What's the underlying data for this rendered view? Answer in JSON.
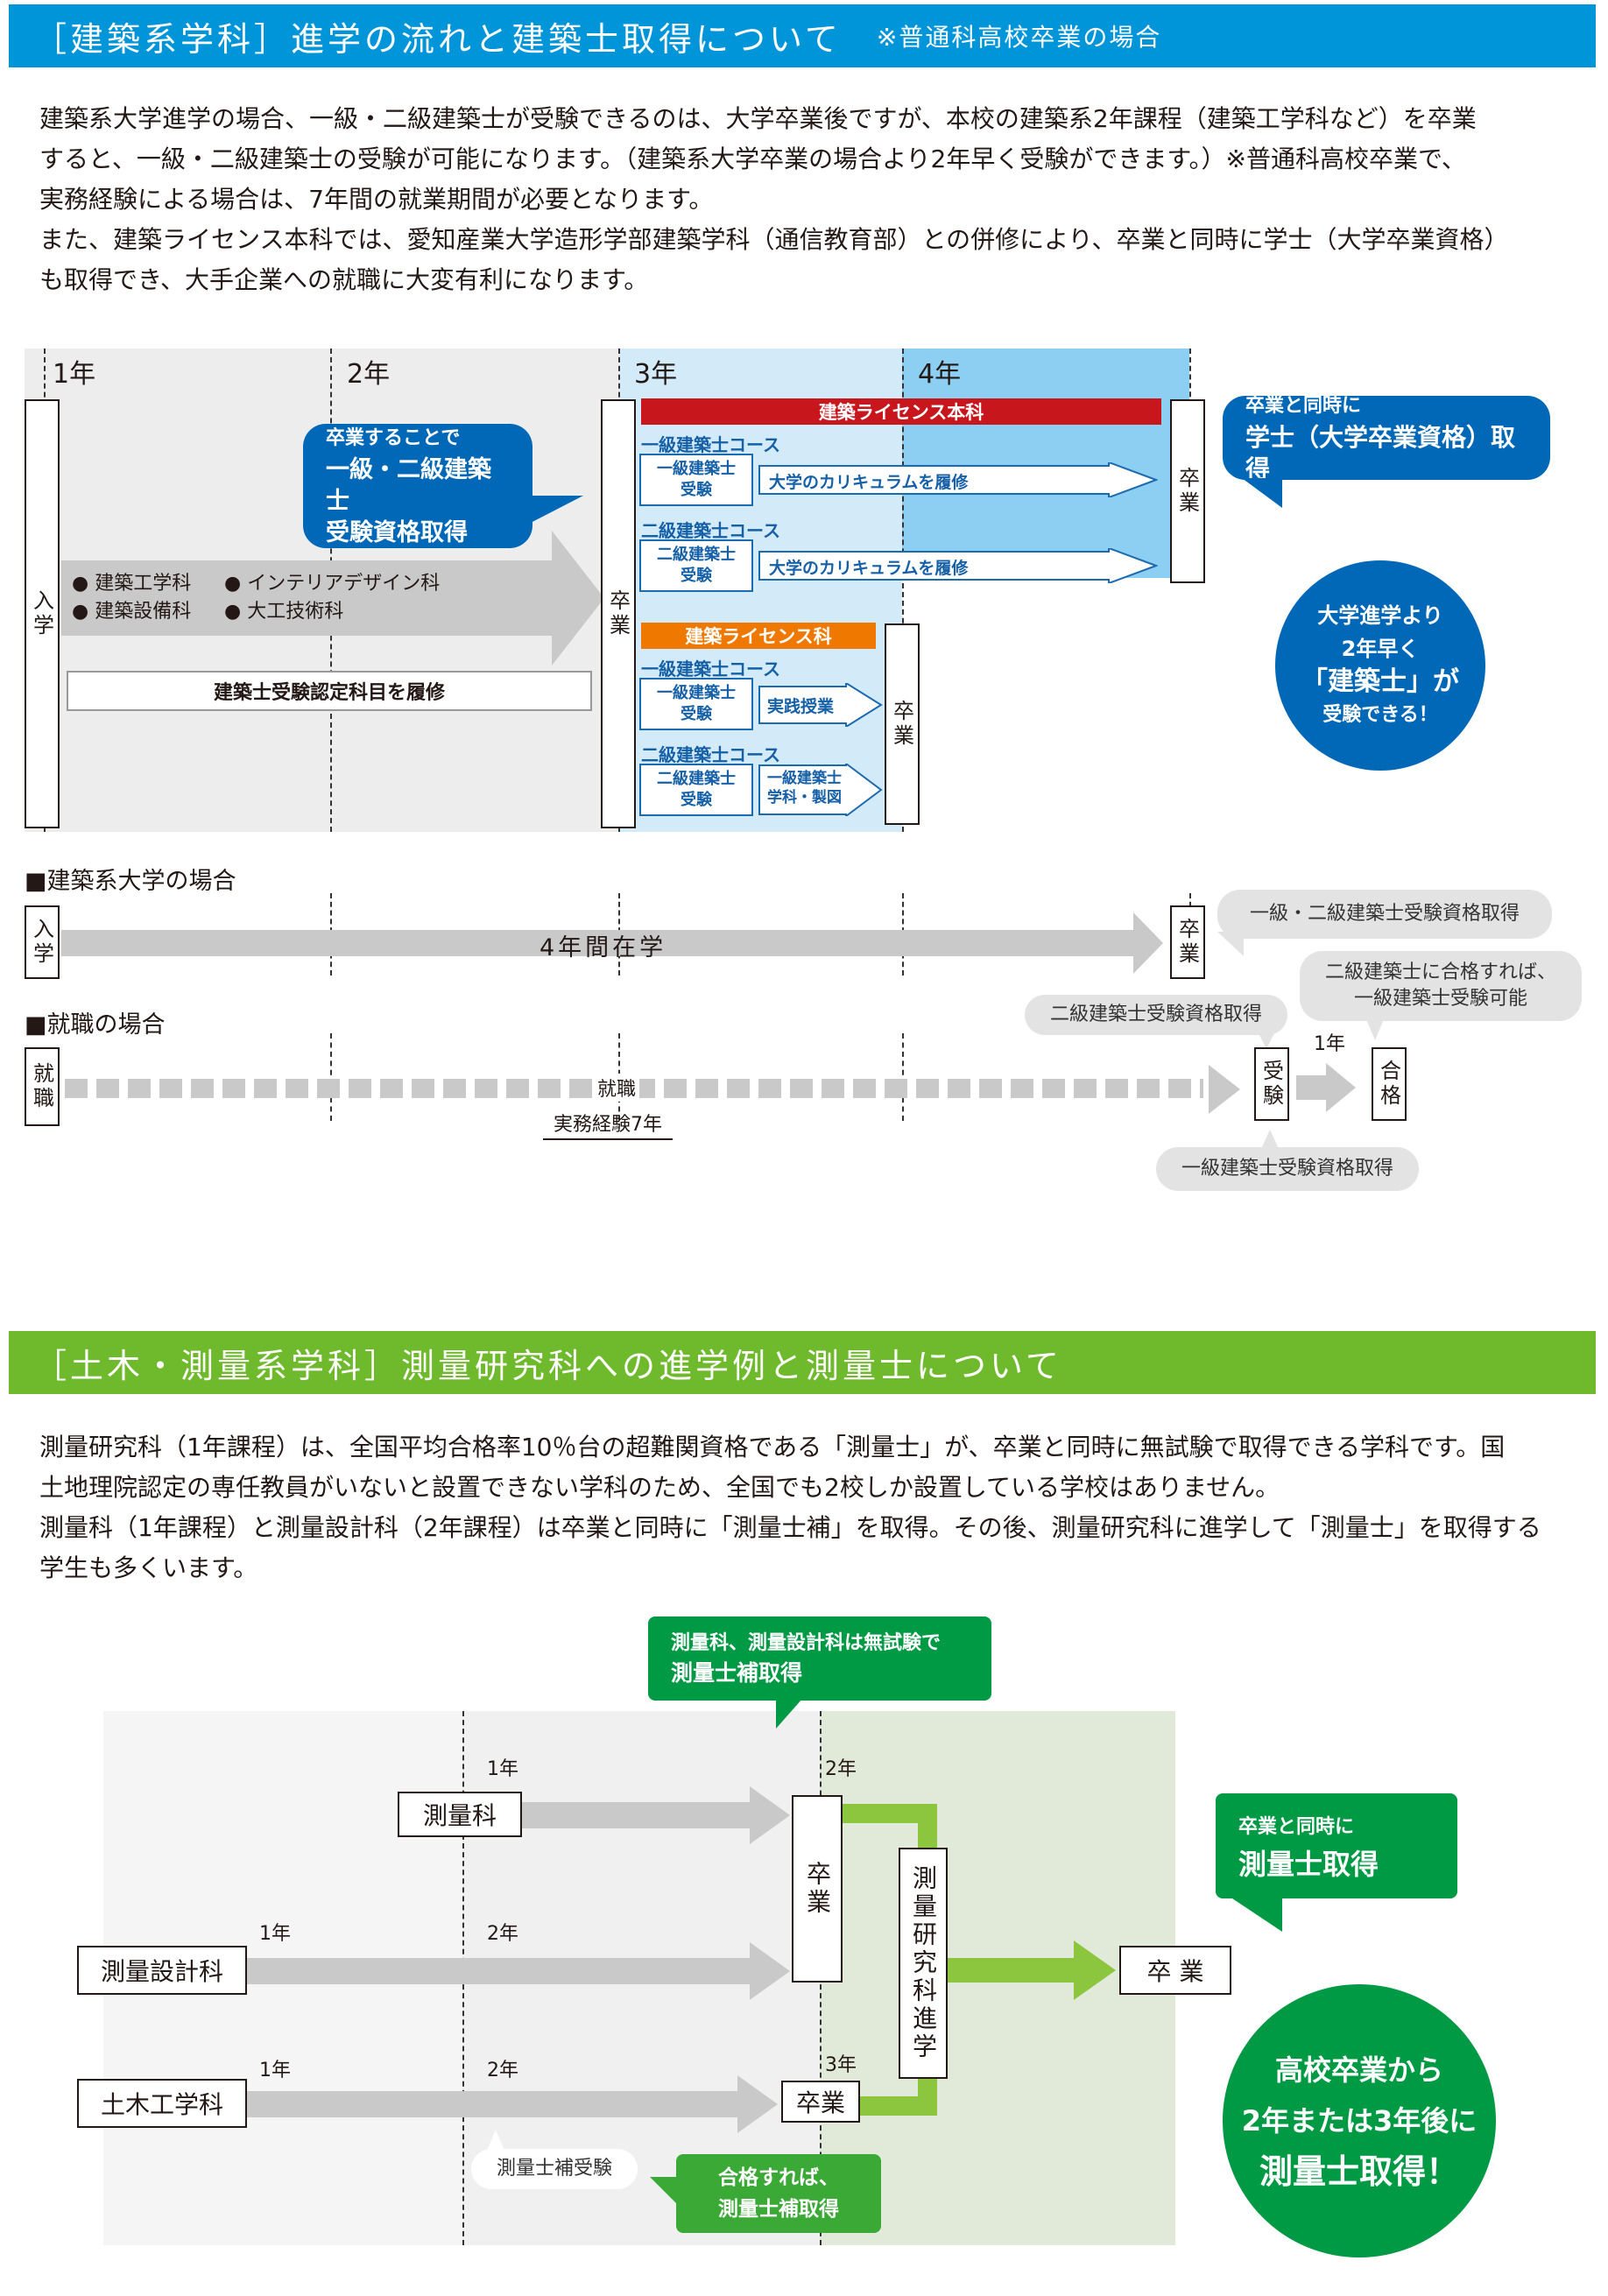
{
  "arch": {
    "header": "［建築系学科］進学の流れと建築士取得について",
    "header_note": "※普通科高校卒業の場合",
    "para": [
      "建築系大学進学の場合、一級・二級建築士が受験できるのは、大学卒業後ですが、本校の建築系2年課程（建築工学科など）を卒業",
      "すると、一級・二級建築士の受験が可能になります。（建築系大学卒業の場合より2年早く受験ができます。）※普通科高校卒業で、",
      "実務経験による場合は、7年間の就業期間が必要となります。",
      "また、建築ライセンス本科では、愛知産業大学造形学部建築学科（通信教育部）との併修により、卒業と同時に学士（大学卒業資格）",
      "も取得でき、大手企業への就職に大変有利になります。"
    ],
    "years": [
      "1年",
      "2年",
      "3年",
      "4年"
    ],
    "nyugaku": "入学",
    "sotsugyo": "卒業",
    "depts": [
      "● 建築工学科",
      "● インテリアデザイン科",
      "● 建築設備科",
      "● 大工技術科"
    ],
    "kamoku": "建築士受験認定科目を履修",
    "bubble1": [
      "卒業することで",
      "一級・二級建築士",
      "受験資格取得"
    ],
    "honka_title": "建築ライセンス本科",
    "license_title": "建築ライセンス科",
    "course1": "一級建築士コース",
    "course2": "二級建築士コース",
    "exam1": "一級建築士\n受験",
    "exam2": "二級建築士\n受験",
    "curriculum": "大学のカリキュラムを履修",
    "jissen": "実践授業",
    "gakka": "一級建築士\n学科・製図",
    "bubble2": [
      "卒業と同時に",
      "学士（大学卒業資格）取得"
    ],
    "circle": [
      "大学進学より",
      "2年早く",
      "「建築士」が",
      "受験できる！"
    ],
    "univ_label": "■建築系大学の場合",
    "univ_text": "4年間在学",
    "univ_bubble": "一級・二級建築士受験資格取得",
    "job_label": "■就職の場合",
    "shushoku": "就職",
    "job_text": "就職",
    "job_exp": "実務経験7年",
    "nikyu_bub": "二級建築士受験資格取得",
    "pass_bub": [
      "二級建築士に合格すれば、",
      "一級建築士受験可能"
    ],
    "juken": "受験",
    "gokaku": "合格",
    "one_year": "1年",
    "ikkyu_bub": "一級建築士受験資格取得"
  },
  "civil": {
    "header": "［土木・測量系学科］測量研究科への進学例と測量士について",
    "para": [
      "測量研究科（1年課程）は、全国平均合格率10％台の超難関資格である「測量士」が、卒業と同時に無試験で取得できる学科です。国",
      "土地理院認定の専任教員がいないと設置できない学科のため、全国でも2校しか設置している学校はありません。",
      "測量科（1年課程）と測量設計科（2年課程）は卒業と同時に「測量士補」を取得。その後、測量研究科に進学して「測量士」を取得する",
      "学生も多くいます。"
    ],
    "top_bubble": [
      "測量科、測量設計科は無試験で",
      "測量士補取得"
    ],
    "y1": "1年",
    "y2": "2年",
    "y3": "3年",
    "sokuryo": "測量科",
    "sekkei": "測量設計科",
    "doboku": "土木工学科",
    "sotsugyo_v": "卒業",
    "kenkyu": "測量研究科進学",
    "sotsugyo_h": "卒業",
    "sotsugyo_final": "卒 業",
    "hojo_juken": "測量士補受験",
    "pass_bub": [
      "合格すれば、",
      "測量士補取得"
    ],
    "right_bub": [
      "卒業と同時に",
      "測量士取得"
    ],
    "circle": [
      "高校卒業から",
      "2年または3年後に",
      "測量士取得！"
    ]
  }
}
